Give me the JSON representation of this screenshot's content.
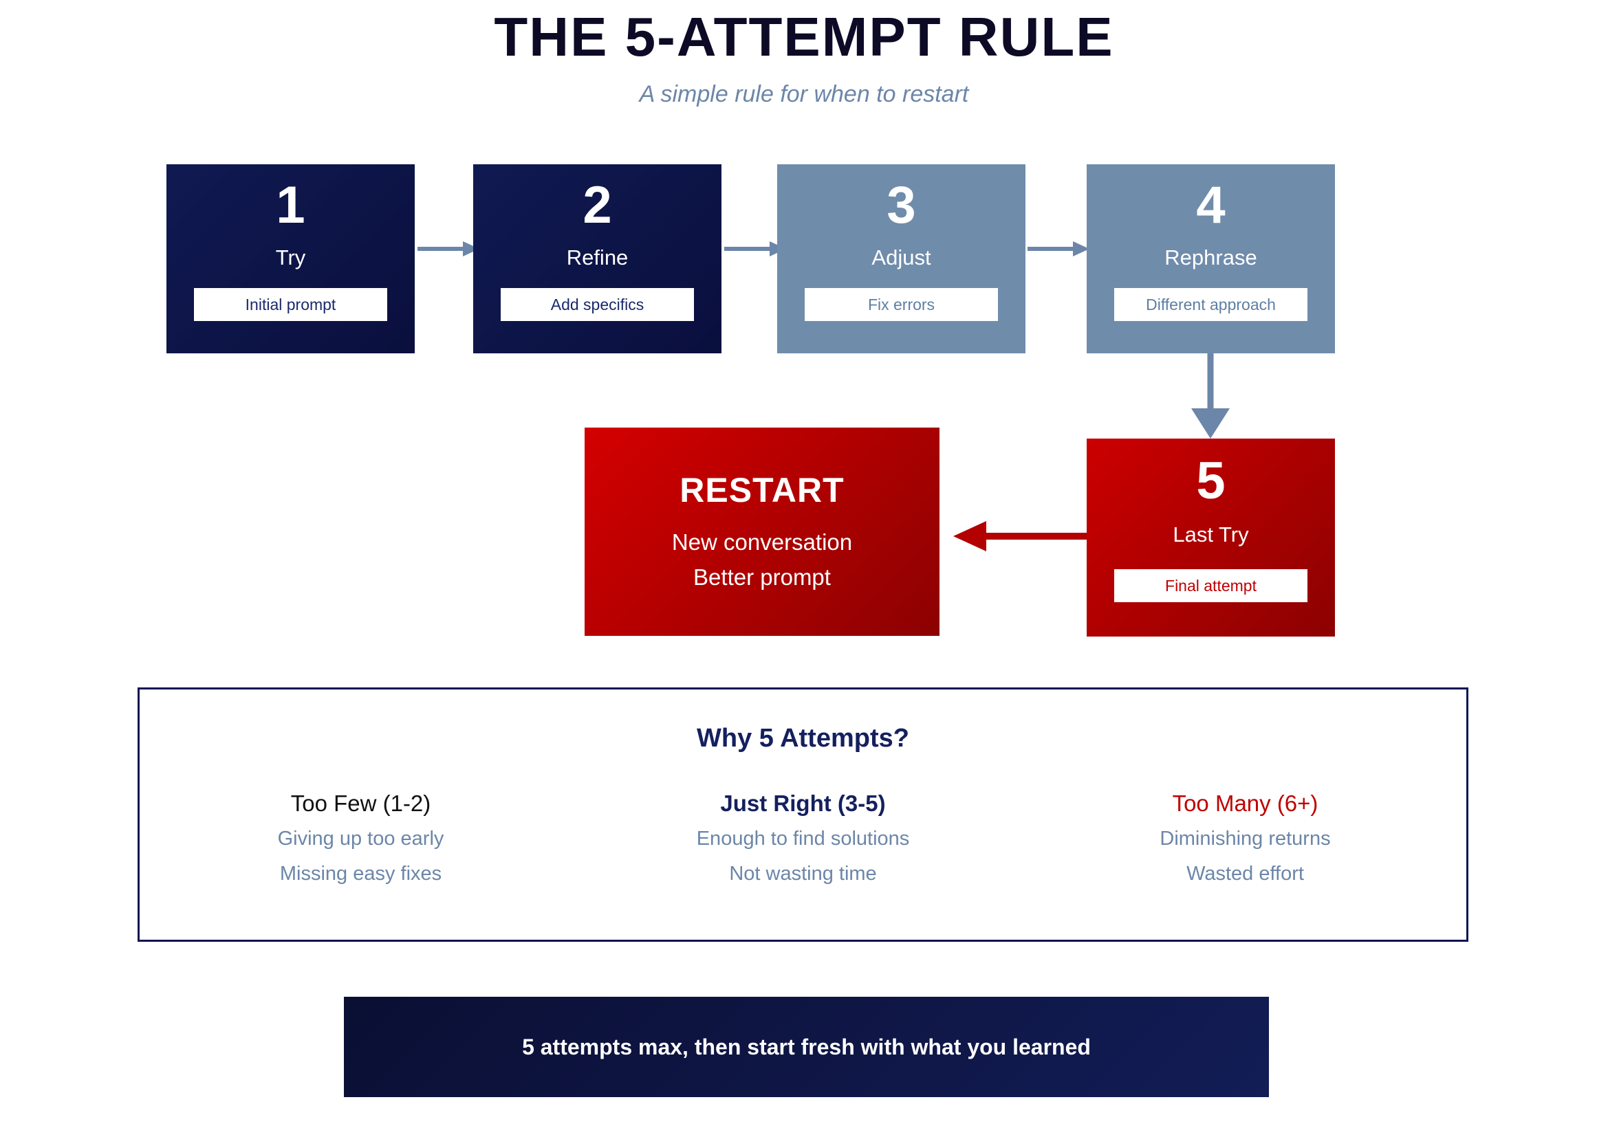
{
  "header": {
    "title": "THE 5-ATTEMPT RULE",
    "subtitle": "A simple rule for when to restart"
  },
  "steps": [
    {
      "num": "1",
      "word": "Try",
      "chip": "Initial prompt",
      "tone": "dark"
    },
    {
      "num": "2",
      "word": "Refine",
      "chip": "Add specifics",
      "tone": "dark"
    },
    {
      "num": "3",
      "word": "Adjust",
      "chip": "Fix errors",
      "tone": "slate"
    },
    {
      "num": "4",
      "word": "Rephrase",
      "chip": "Different approach",
      "tone": "slate"
    },
    {
      "num": "5",
      "word": "Last Try",
      "chip": "Final attempt",
      "tone": "red"
    }
  ],
  "restart": {
    "title": "RESTART",
    "line1": "New conversation",
    "line2": "Better prompt"
  },
  "panel": {
    "title": "Why 5 Attempts?",
    "columns": [
      {
        "head": "Too Few (1-2)",
        "sub1": "Giving up too early",
        "sub2": "Missing easy fixes"
      },
      {
        "head": "Just Right (3-5)",
        "sub1": "Enough to find solutions",
        "sub2": "Not wasting time"
      },
      {
        "head": "Too Many (6+)",
        "sub1": "Diminishing returns",
        "sub2": "Wasted effort"
      }
    ]
  },
  "banner": {
    "text": "5 attempts max, then start fresh with what you learned"
  },
  "colors": {
    "navy_dark": "#0a0f3d",
    "navy": "#14205e",
    "slate_blue": "#708cab",
    "slate_text": "#6b86a8",
    "red": "#c00000",
    "red_bright": "#d40000",
    "white": "#ffffff",
    "near_black": "#0d0a26"
  }
}
